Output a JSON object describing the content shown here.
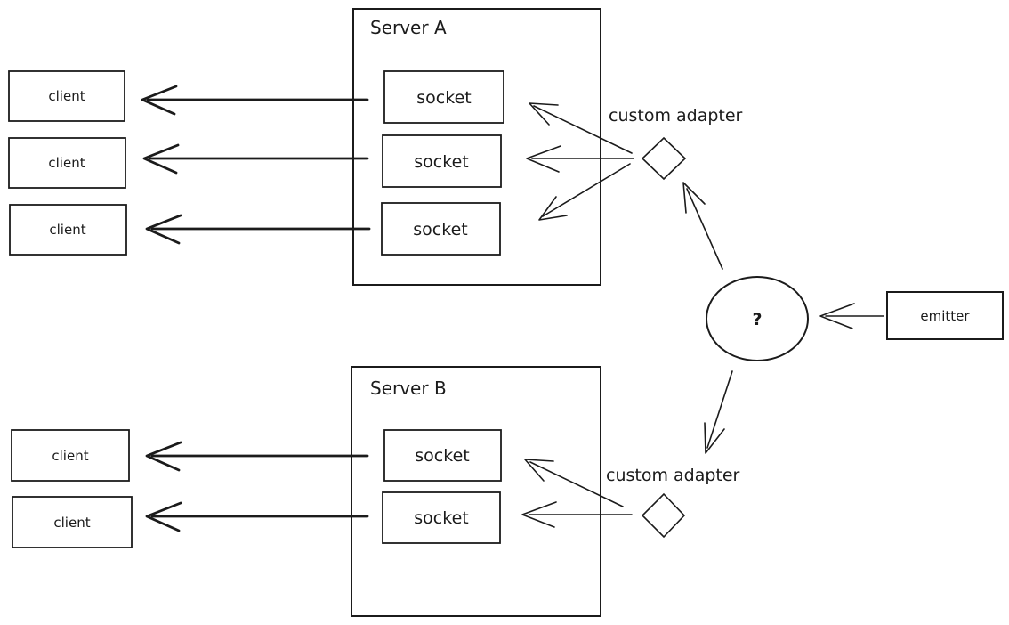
{
  "diagram": {
    "colors": {
      "stroke": "#1b1b1b",
      "background": "#ffffff"
    },
    "server_a": {
      "label": "Server A",
      "sockets": [
        "socket",
        "socket",
        "socket"
      ]
    },
    "server_b": {
      "label": "Server B",
      "sockets": [
        "socket",
        "socket"
      ]
    },
    "clients_top": [
      "client",
      "client",
      "client"
    ],
    "clients_bottom": [
      "client",
      "client"
    ],
    "adapter_a": {
      "label": "custom adapter"
    },
    "adapter_b": {
      "label": "custom adapter"
    },
    "hub": {
      "label": "?"
    },
    "emitter": {
      "label": "emitter"
    }
  }
}
